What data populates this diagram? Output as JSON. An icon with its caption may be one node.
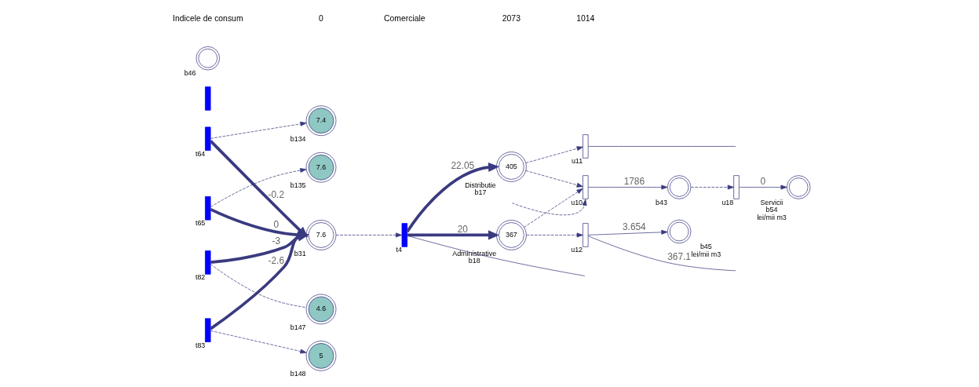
{
  "diagram": {
    "nodes": [
      {
        "text": [
          "7.4"
        ],
        "beside": [
          "b134"
        ]
      },
      {
        "text": [
          "7.6"
        ],
        "beside": [
          "b135"
        ]
      },
      {
        "text": [
          "4.6"
        ],
        "beside": [
          "b147"
        ]
      },
      {
        "text": [
          "5"
        ],
        "beside": [
          "b148"
        ]
      },
      {
        "text": [],
        "shape": "bar",
        "beside": [
          "t64"
        ]
      },
      {
        "text": [],
        "shape": "bar",
        "beside": [
          "t65"
        ]
      },
      {
        "text": [],
        "shape": "bar",
        "beside": [
          "t82"
        ]
      },
      {
        "text": [],
        "shape": "bar",
        "beside": [
          "t83"
        ]
      },
      {
        "text": [
          "7.6"
        ],
        "beside": [
          "b31"
        ]
      },
      {
        "text": [],
        "shape": "bar",
        "beside": [
          "t4"
        ]
      },
      {
        "text": [
          "405"
        ],
        "beside": [
          "Distributie",
          "b17"
        ]
      },
      {
        "text": [
          "367"
        ],
        "beside": [
          "Administrative",
          "b18"
        ]
      },
      {
        "text": [],
        "shape": "bar",
        "beside": [
          "u11"
        ]
      },
      {
        "text": [],
        "shape": "bar",
        "beside": [
          "u12"
        ]
      },
      {
        "text": [],
        "shape": "circle",
        "beside": [
          "b45",
          "lei/mii m3"
        ]
      },
      {
        "text": [],
        "shape": "bar",
        "beside": [
          "u10"
        ]
      },
      {
        "text": [],
        "shape": "circle",
        "beside": [
          "b43"
        ]
      },
      {
        "text": [],
        "shape": "bar",
        "beside": [
          "u18"
        ]
      },
      {
        "text": [],
        "shape": "circle",
        "beside": [
          "Servicii",
          "b54",
          "lei/mii m3"
        ]
      },
      {
        "text": [],
        "shape": "bar"
      },
      {
        "text": [],
        "shape": "circle",
        "beside": [
          "b46"
        ]
      }
    ],
    "edges": [
      {
        "from": 4,
        "to": 0,
        "arrow": "to",
        "style": "dashed"
      },
      {
        "from": 5,
        "to": 1,
        "arrow": "to",
        "style": "dashed"
      },
      {
        "from": 6,
        "to": 2,
        "arrow": "none",
        "style": "dashed"
      },
      {
        "from": 7,
        "to": 3,
        "arrow": "to",
        "style": "dashed"
      },
      {
        "from": 4,
        "to": 8,
        "arrow": "to",
        "label": "-0.2",
        "style": "thick"
      },
      {
        "from": 5,
        "to": 8,
        "arrow": "to",
        "label": "0",
        "style": "thick"
      },
      {
        "from": 6,
        "to": 8,
        "arrow": "to",
        "label": "-3",
        "style": "thick"
      },
      {
        "from": 7,
        "to": 8,
        "arrow": "to",
        "label": "-2.6",
        "style": "thick"
      },
      {
        "from": 8,
        "to": 9,
        "arrow": "to",
        "style": "dashed"
      },
      {
        "from": 9,
        "to": 10,
        "arrow": "to",
        "label": "22.05",
        "style": "thick"
      },
      {
        "from": 9,
        "to": 11,
        "arrow": "to",
        "label": "20",
        "style": "thick"
      },
      {
        "from": 10,
        "to": 12,
        "arrow": "to",
        "style": "dashed"
      },
      {
        "from": 10,
        "to": 15,
        "arrow": "to",
        "style": "dashed"
      },
      {
        "from": 11,
        "to": 13,
        "arrow": "to",
        "style": "dashed"
      },
      {
        "from": 11,
        "to": 15,
        "arrow": "to",
        "style": "dashed"
      },
      {
        "from": null,
        "to": 15,
        "arrow": "to",
        "style": "dashed"
      },
      {
        "from": 13,
        "to": 14,
        "arrow": "to",
        "label": "3.654"
      },
      {
        "from": 13,
        "to": null,
        "arrow": "none",
        "label": "367.1"
      },
      {
        "from": 12,
        "to": null,
        "arrow": "none"
      },
      {
        "from": 15,
        "to": 16,
        "arrow": "to",
        "label": "1786"
      },
      {
        "from": 16,
        "to": 17,
        "arrow": "to",
        "style": "dashed"
      },
      {
        "from": 17,
        "to": 18,
        "arrow": "to",
        "label": "0"
      },
      {
        "from": 9,
        "to": null,
        "arrow": "none"
      }
    ],
    "labels": [
      "Indicele de consum",
      "0",
      "Comerciale",
      "2073",
      "1014"
    ]
  }
}
